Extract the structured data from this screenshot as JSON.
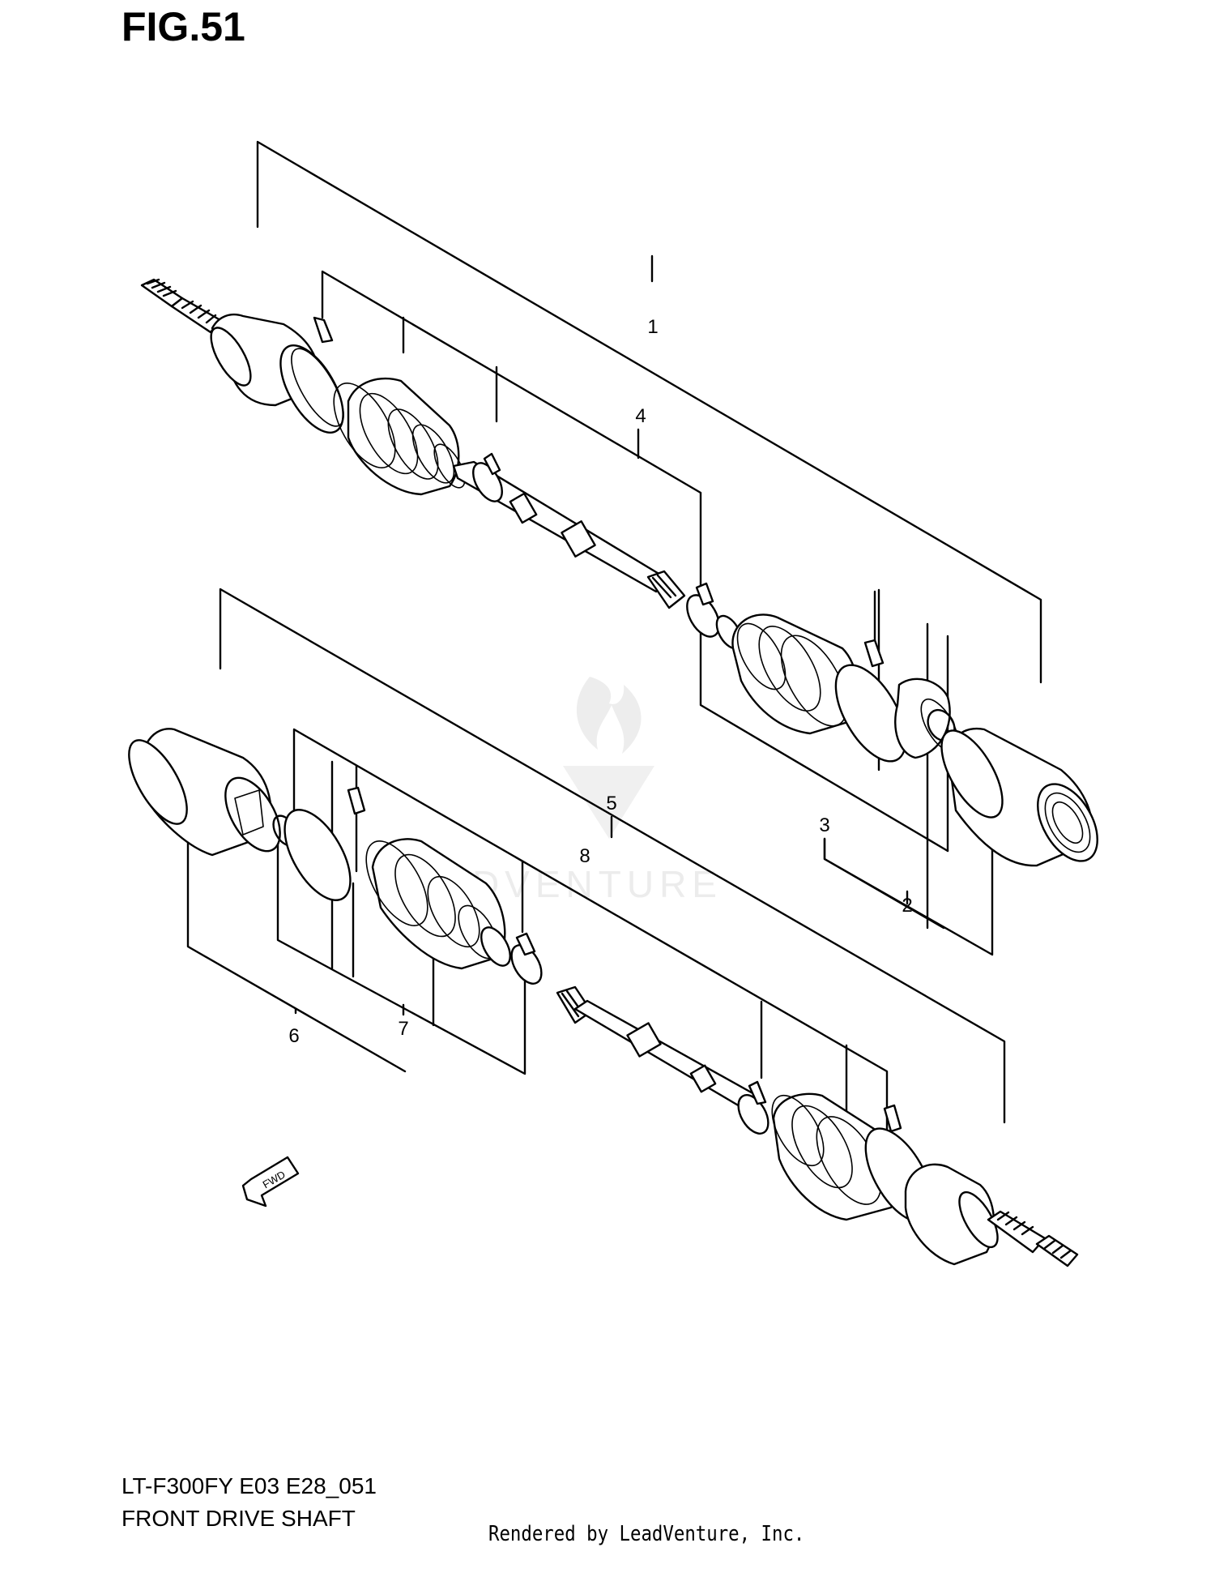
{
  "figure": {
    "label": "FIG.51"
  },
  "footer": {
    "model_code": "LT-F300FY E03 E28_051",
    "caption": "FRONT DRIVE SHAFT",
    "credit": "Rendered by LeadVenture, Inc."
  },
  "direction_marker": {
    "text": "FWD"
  },
  "watermark": {
    "text": "LEADVENTURE"
  },
  "callouts": [
    {
      "id": "1",
      "label": "1"
    },
    {
      "id": "2",
      "label": "2"
    },
    {
      "id": "3",
      "label": "3"
    },
    {
      "id": "4",
      "label": "4"
    },
    {
      "id": "5",
      "label": "5"
    },
    {
      "id": "6",
      "label": "6"
    },
    {
      "id": "7",
      "label": "7"
    },
    {
      "id": "8",
      "label": "8"
    }
  ]
}
